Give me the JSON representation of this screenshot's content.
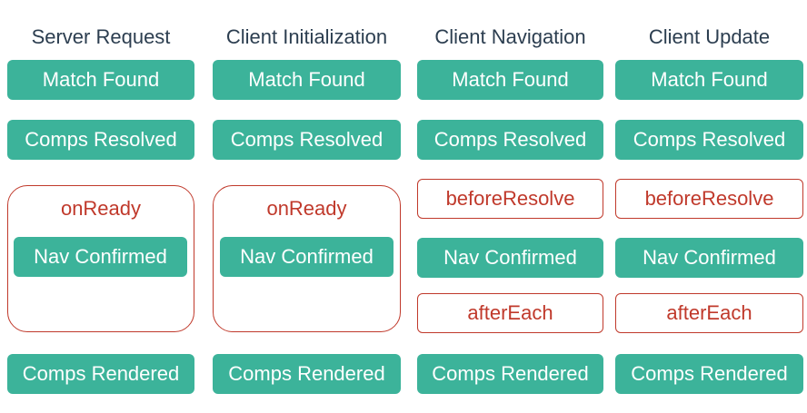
{
  "columns": [
    {
      "title": "Server Request",
      "match": "Match Found",
      "comps_resolved": "Comps Resolved",
      "group_label": "onReady",
      "nav_confirmed": "Nav Confirmed",
      "comps_rendered": "Comps Rendered"
    },
    {
      "title": "Client Initialization",
      "match": "Match Found",
      "comps_resolved": "Comps Resolved",
      "group_label": "onReady",
      "nav_confirmed": "Nav Confirmed",
      "comps_rendered": "Comps Rendered"
    },
    {
      "title": "Client Navigation",
      "match": "Match Found",
      "comps_resolved": "Comps Resolved",
      "before_resolve": "beforeResolve",
      "nav_confirmed": "Nav Confirmed",
      "after_each": "afterEach",
      "comps_rendered": "Comps Rendered"
    },
    {
      "title": "Client Update",
      "match": "Match Found",
      "comps_resolved": "Comps Resolved",
      "before_resolve": "beforeResolve",
      "nav_confirmed": "Nav Confirmed",
      "after_each": "afterEach",
      "comps_rendered": "Comps Rendered"
    }
  ],
  "colors": {
    "step_fill": "#3cb39a",
    "hook_stroke": "#c0392b",
    "title_text": "#2c3e50"
  }
}
